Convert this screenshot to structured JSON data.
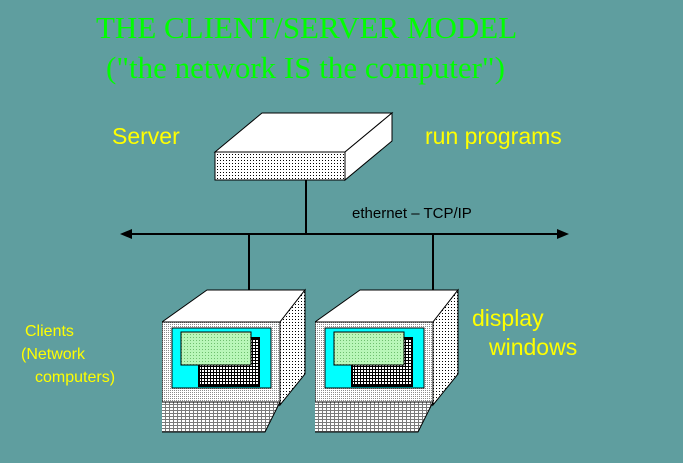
{
  "title": {
    "line1": "THE CLIENT/SERVER MODEL",
    "line2": "(\"the network IS the computer\")"
  },
  "labels": {
    "server": "Server",
    "run_programs": "run programs",
    "network": "ethernet – TCP/IP",
    "display": "display",
    "windows": "windows",
    "clients_line1": "Clients",
    "clients_line2": "(Network",
    "clients_line3": "computers)"
  },
  "colors": {
    "background": "#5f9e9f",
    "title": "#00ff00",
    "labels": "#ffff00",
    "screen_bezel": "#00ffff",
    "window": "#b9f7b9"
  }
}
